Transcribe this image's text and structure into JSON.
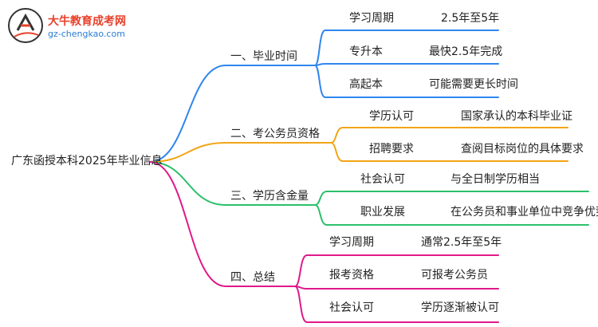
{
  "logo": {
    "name": "大牛教育成考网",
    "url": "gz-chengkao.com"
  },
  "root": "广东函授本科2025年毕业信息",
  "branches": [
    {
      "label": "一、毕业时间",
      "color": "#2f86ee",
      "items": [
        {
          "k": "学习周期",
          "v": "2.5年至5年"
        },
        {
          "k": "专升本",
          "v": "最快2.5年完成"
        },
        {
          "k": "高起本",
          "v": "可能需要更长时间"
        }
      ]
    },
    {
      "label": "二、考公务员资格",
      "color": "#f2a516",
      "items": [
        {
          "k": "学历认可",
          "v": "国家承认的本科毕业证"
        },
        {
          "k": "招聘要求",
          "v": "查阅目标岗位的具体要求"
        }
      ]
    },
    {
      "label": "三、学历含金量",
      "color": "#2bc06a",
      "items": [
        {
          "k": "社会认可",
          "v": "与全日制学历相当"
        },
        {
          "k": "职业发展",
          "v": "在公务员和事业单位中竞争优势"
        }
      ]
    },
    {
      "label": "四、总结",
      "color": "#e0198a",
      "items": [
        {
          "k": "学习周期",
          "v": "通常2.5年至5年"
        },
        {
          "k": "报考资格",
          "v": "可报考公务员"
        },
        {
          "k": "社会认可",
          "v": "学历逐渐被认可"
        }
      ]
    }
  ]
}
